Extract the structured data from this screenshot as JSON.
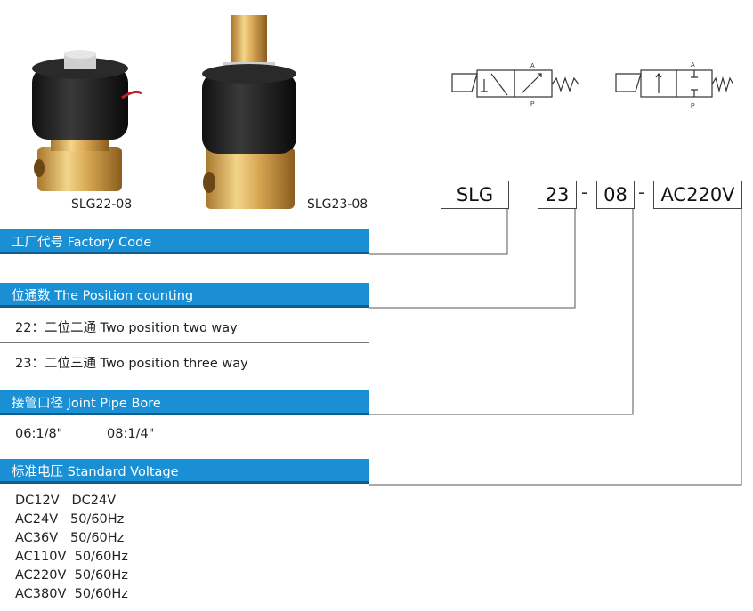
{
  "products": [
    {
      "caption": "SLG22-08"
    },
    {
      "caption": "SLG23-08"
    }
  ],
  "code": {
    "series": "SLG",
    "position": "23",
    "sep1": "-",
    "bore": "08",
    "sep2": "-",
    "voltage": "AC220V"
  },
  "symbol_ports": {
    "a": "A",
    "p": "P"
  },
  "sections": {
    "factory": "工厂代号 Factory Code",
    "position": "位通数 The Position counting",
    "position_items": [
      "22：二位二通  Two position two way",
      "23：二位三通  Two position three way"
    ],
    "bore": "接管口径 Joint Pipe Bore",
    "bore_items": [
      "06:1/8\"",
      "08:1/4\""
    ],
    "voltage": "标准电压 Standard Voltage",
    "voltage_items": [
      "DC12V   DC24V",
      "AC24V   50/60Hz",
      "AC36V   50/60Hz",
      "AC110V  50/60Hz",
      "AC220V  50/60Hz",
      "AC380V  50/60Hz"
    ]
  },
  "colors": {
    "bar": "#1a8fd4",
    "bar_shadow": "#0e5d8f"
  }
}
